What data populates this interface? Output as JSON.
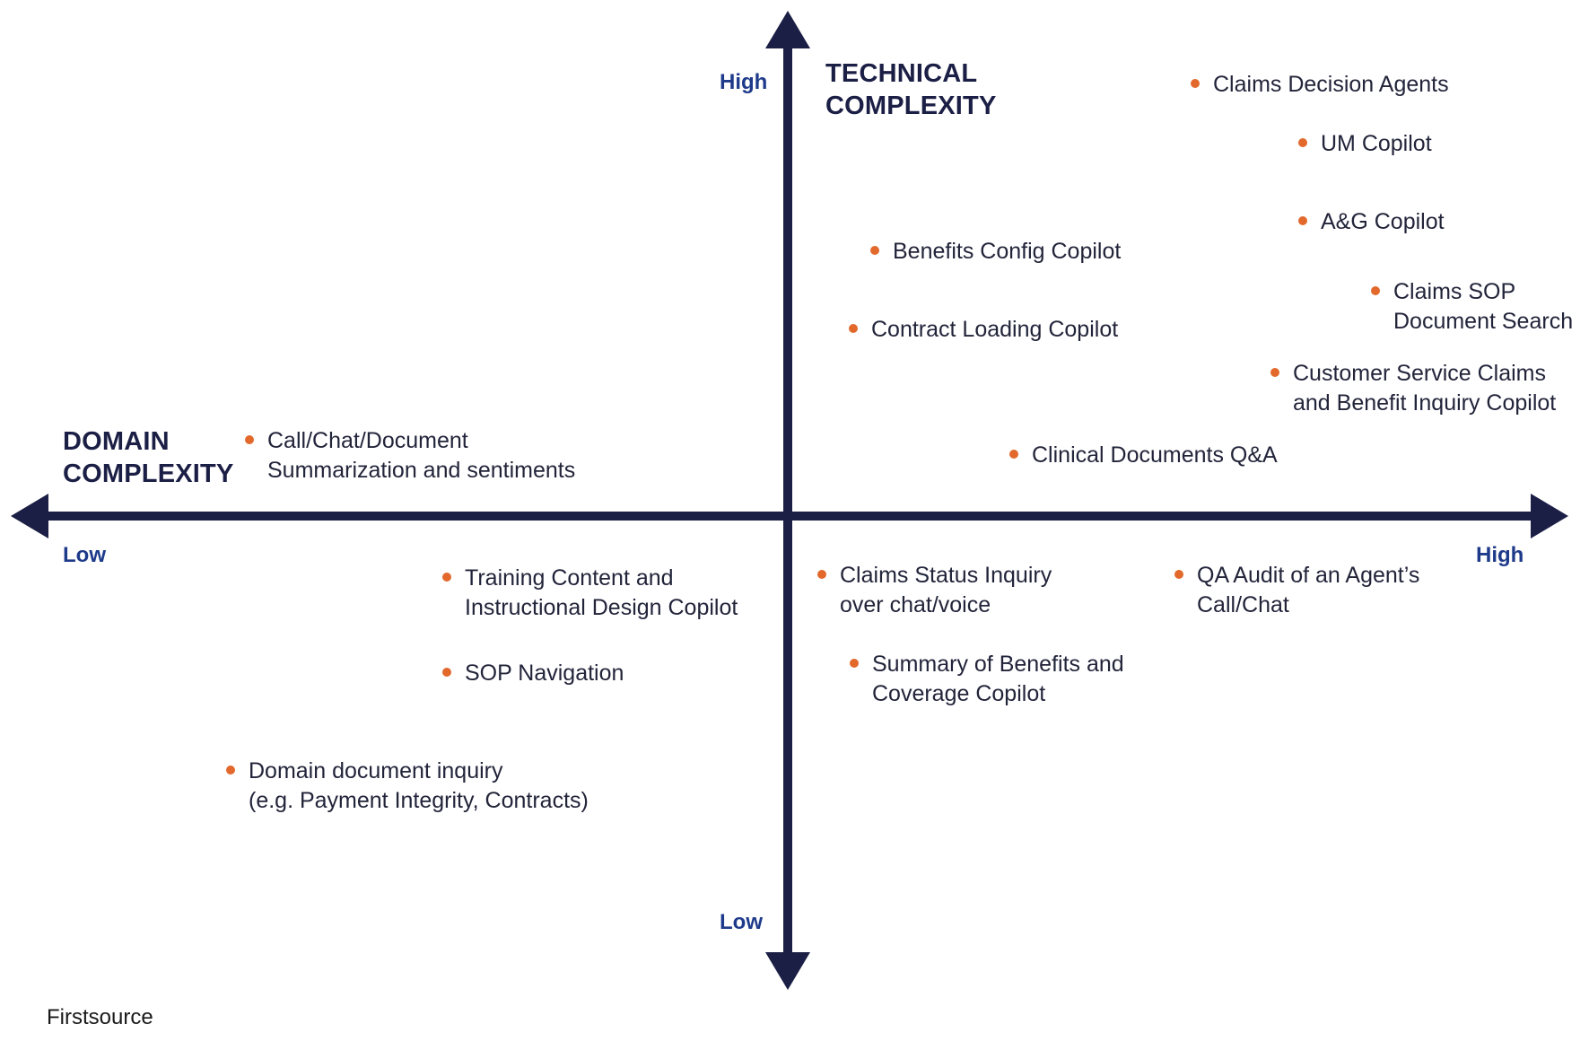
{
  "colors": {
    "axis": "#1c1f45",
    "tick_label": "#1e3a8a",
    "bullet": "#e2692b",
    "text": "#22243a"
  },
  "axes": {
    "vertical": {
      "title_line1": "TECHNICAL",
      "title_line2": "COMPLEXITY",
      "high_label": "High",
      "low_label": "Low"
    },
    "horizontal": {
      "title_line1": "DOMAIN",
      "title_line2": "COMPLEXITY",
      "low_label": "Low",
      "high_label": "High"
    }
  },
  "items": [
    {
      "lines": [
        "Claims Decision Agents"
      ]
    },
    {
      "lines": [
        "UM Copilot"
      ]
    },
    {
      "lines": [
        "A&G Copilot"
      ]
    },
    {
      "lines": [
        "Benefits Config Copilot"
      ]
    },
    {
      "lines": [
        "Claims SOP",
        "Document Search"
      ]
    },
    {
      "lines": [
        "Contract Loading Copilot"
      ]
    },
    {
      "lines": [
        "Customer Service Claims",
        "and Benefit Inquiry Copilot"
      ]
    },
    {
      "lines": [
        "Call/Chat/Document",
        "Summarization and sentiments"
      ]
    },
    {
      "lines": [
        "Clinical Documents Q&A"
      ]
    },
    {
      "lines": [
        "Training Content and",
        "Instructional Design Copilot"
      ]
    },
    {
      "lines": [
        "Claims Status Inquiry",
        "over chat/voice"
      ]
    },
    {
      "lines": [
        "QA Audit of an Agent’s",
        "Call/Chat"
      ]
    },
    {
      "lines": [
        "SOP Navigation"
      ]
    },
    {
      "lines": [
        "Summary of Benefits and",
        "Coverage Copilot"
      ]
    },
    {
      "lines": [
        "Domain document inquiry",
        "(e.g. Payment Integrity, Contracts)"
      ]
    }
  ],
  "brand": "Firstsource"
}
